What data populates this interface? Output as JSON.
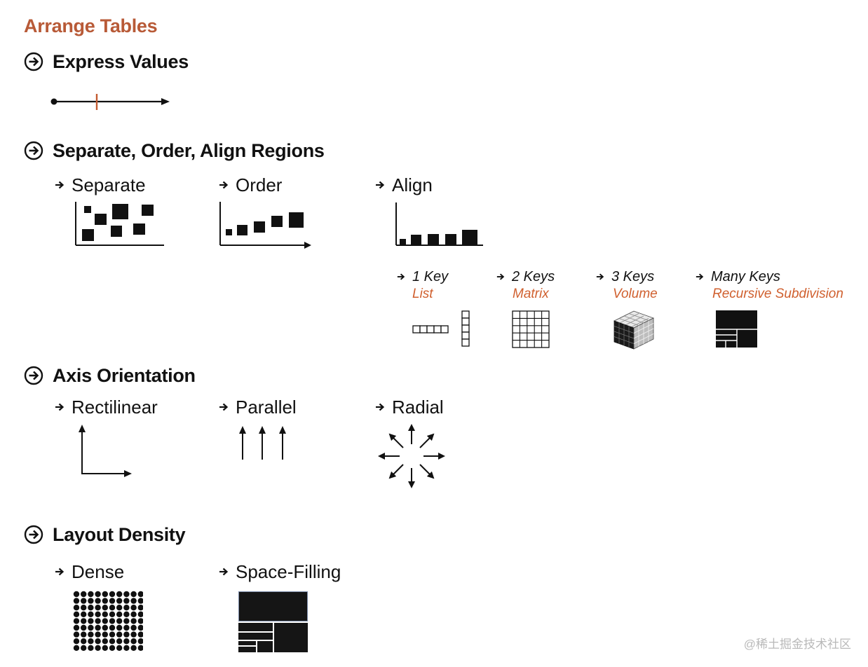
{
  "title": "Arrange Tables",
  "sections": {
    "express": {
      "label": "Express Values"
    },
    "separate": {
      "label": "Separate, Order, Align Regions",
      "items": [
        "Separate",
        "Order",
        "Align"
      ]
    },
    "keys": [
      {
        "label": "1 Key",
        "sub": "List"
      },
      {
        "label": "2  Keys",
        "sub": "Matrix"
      },
      {
        "label": "3 Keys",
        "sub": "Volume"
      },
      {
        "label": "Many Keys",
        "sub": "Recursive Subdivision"
      }
    ],
    "axis": {
      "label": "Axis Orientation",
      "items": [
        "Rectilinear",
        "Parallel",
        "Radial"
      ]
    },
    "density": {
      "label": "Layout Density",
      "items": [
        "Dense",
        "Space-Filling"
      ]
    }
  },
  "watermark": "@稀土掘金技术社区",
  "colors": {
    "accent": "#b85a37",
    "accent_light": "#d0602f",
    "ink": "#111111"
  },
  "icons": {
    "section": "circled-arrow-icon",
    "item": "small-arrow-icon"
  }
}
